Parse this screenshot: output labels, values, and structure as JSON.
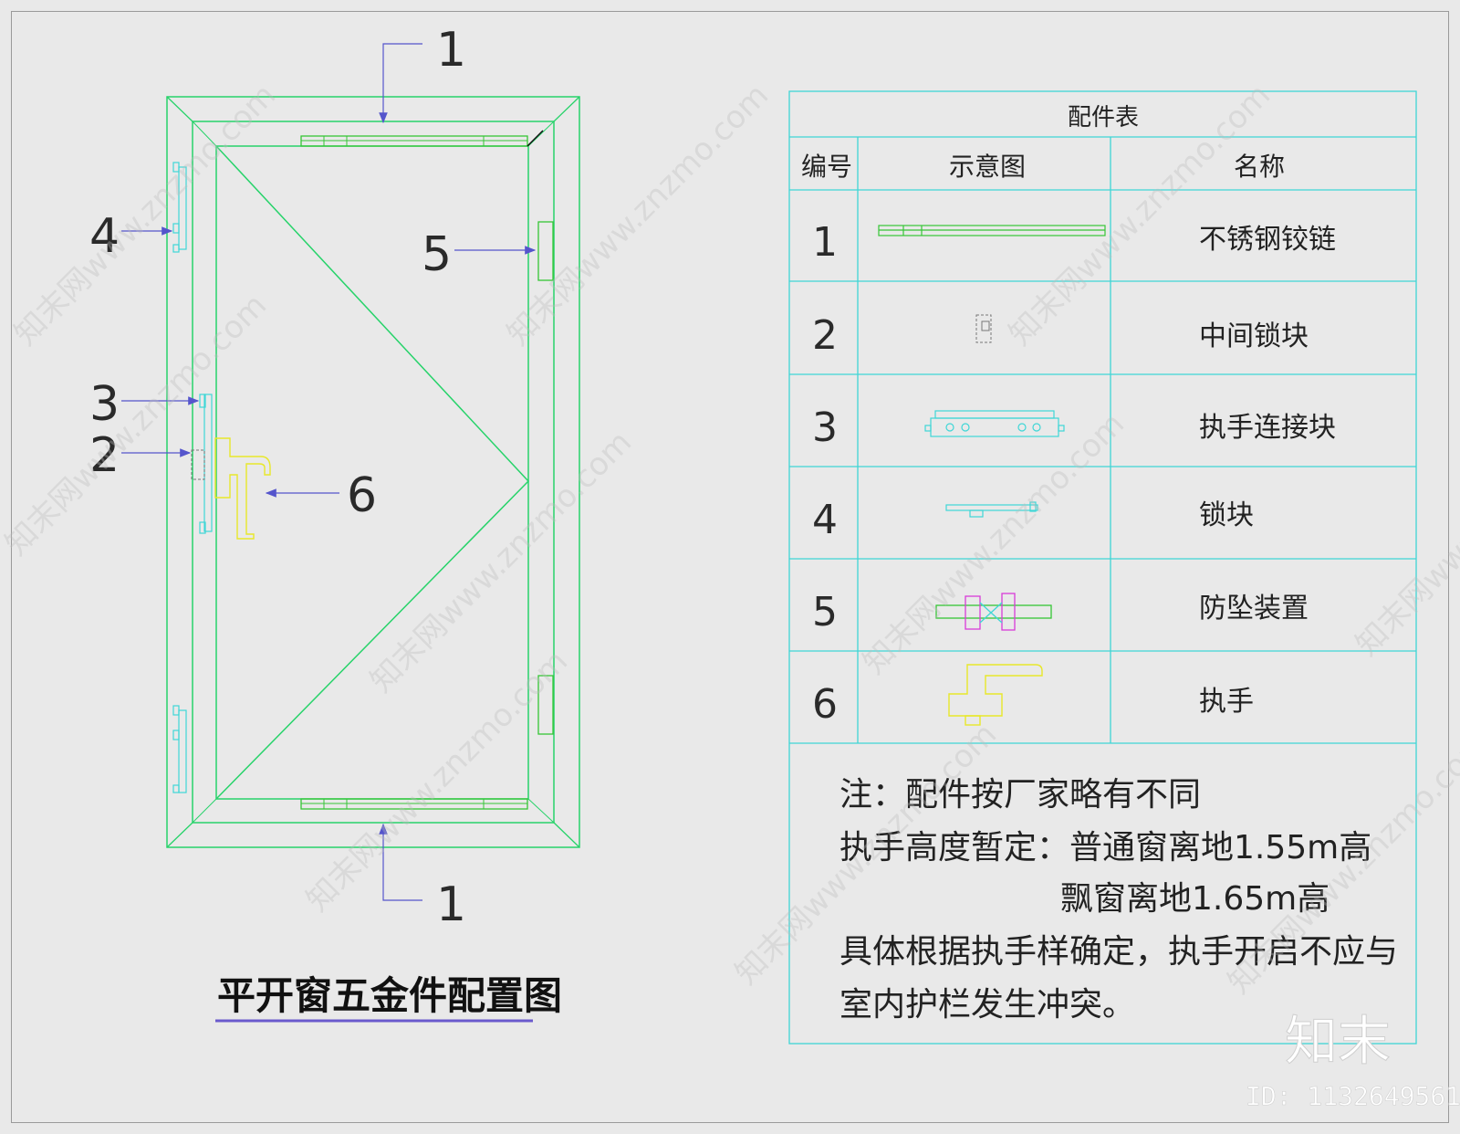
{
  "drawing": {
    "title": "平开窗五金件配置图",
    "callouts": {
      "top": "1",
      "bottom": "1",
      "lock_block": "4",
      "anti_fall": "5",
      "handle_connector": "3",
      "middle_lock": "2",
      "handle": "6"
    }
  },
  "table": {
    "title": "配件表",
    "headers": [
      "编号",
      "示意图",
      "名称"
    ],
    "rows": [
      {
        "no": "1",
        "name": "不锈钢铰链"
      },
      {
        "no": "2",
        "name": "中间锁块"
      },
      {
        "no": "3",
        "name": "执手连接块"
      },
      {
        "no": "4",
        "name": "锁块"
      },
      {
        "no": "5",
        "name": "防坠装置"
      },
      {
        "no": "6",
        "name": "执手"
      }
    ]
  },
  "notes": {
    "line1": "注：配件按厂家略有不同",
    "line2": "执手高度暂定：普通窗离地1.55m高",
    "line3": "飘窗离地1.65m高",
    "line4": "具体根据执手样确定，执手开启不应与",
    "line5": "室内护栏发生冲突。"
  },
  "watermark": {
    "text": "知末网www.znzmo.com",
    "logo": "知末",
    "id": "ID: 1132649561"
  },
  "colors": {
    "frame_green": "#27d36a",
    "hinge_green": "#36c536",
    "cyan": "#3fd6d6",
    "blue_arrow": "#5555cc",
    "yellow": "#e8e82a",
    "magenta": "#d83cd8",
    "title_underline": "#6a5acd"
  }
}
